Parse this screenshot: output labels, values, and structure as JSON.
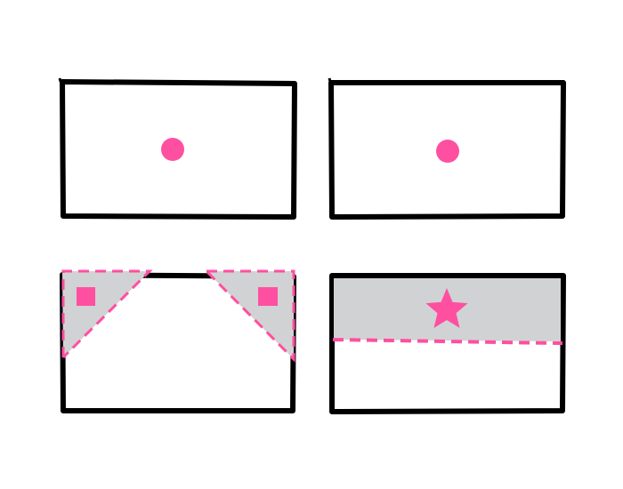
{
  "colors": {
    "background": "#ffffff",
    "frame": "#000000",
    "accent": "#ff4fa0",
    "shade": "#d1d2d4"
  },
  "panels": [
    {
      "id": "top-left",
      "markers": [
        {
          "shape": "circle-icon"
        }
      ],
      "shading": "none"
    },
    {
      "id": "top-right",
      "markers": [
        {
          "shape": "circle-icon"
        }
      ],
      "shading": "none"
    },
    {
      "id": "bottom-left",
      "markers": [
        {
          "shape": "square-icon"
        },
        {
          "shape": "square-icon"
        }
      ],
      "shading": "two-corner-triangles"
    },
    {
      "id": "bottom-right",
      "markers": [
        {
          "shape": "star-icon"
        }
      ],
      "shading": "top-band"
    }
  ]
}
